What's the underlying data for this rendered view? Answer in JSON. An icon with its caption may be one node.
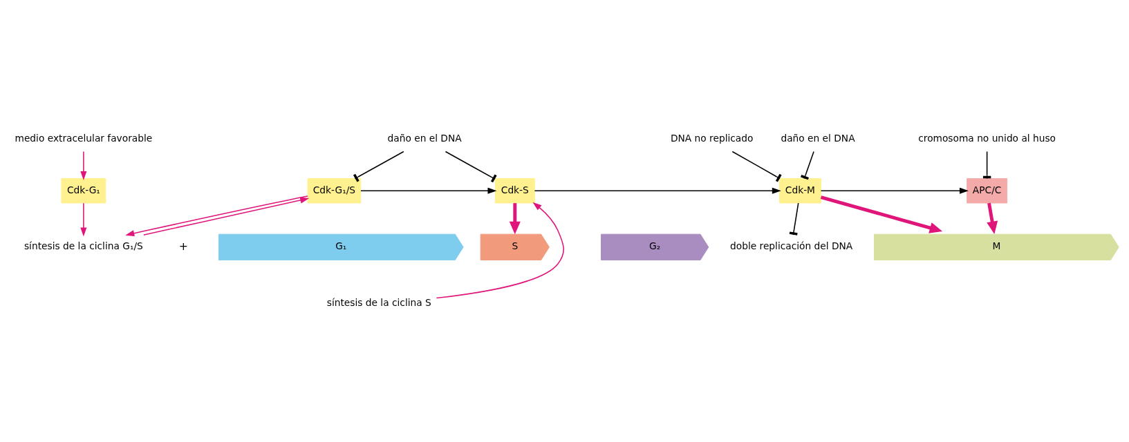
{
  "diagram": {
    "nodes": [
      {
        "text": [
          "medio extracelular favorable"
        ]
      },
      {
        "text": [
          "daño en el DNA"
        ]
      },
      {
        "text": [
          "DNA no replicado"
        ]
      },
      {
        "text": [
          "daño en el DNA"
        ]
      },
      {
        "text": [
          "cromosoma no unido al huso"
        ]
      },
      {
        "text": [
          "Cdk-G₁"
        ]
      },
      {
        "text": [
          "Cdk-G₁/S"
        ]
      },
      {
        "text": [
          "Cdk-S"
        ]
      },
      {
        "text": [
          "Cdk-M"
        ]
      },
      {
        "text": [
          "APC/C"
        ]
      },
      {
        "text": [
          "síntesis de la ciclina G₁/S"
        ]
      },
      {
        "text": [
          "síntesis de la ciclina S"
        ]
      },
      {
        "text": [
          "doble replicación del DNA"
        ]
      },
      {
        "text": [
          "G₁"
        ]
      },
      {
        "text": [
          "S"
        ]
      },
      {
        "text": [
          "G₂"
        ]
      },
      {
        "text": [
          "M"
        ]
      }
    ],
    "edges": [
      {
        "from": 0,
        "to": 5,
        "arrow": "to",
        "color": "#e0157a"
      },
      {
        "from": 1,
        "to": 6,
        "arrow": "other"
      },
      {
        "from": 1,
        "to": 7,
        "arrow": "other"
      },
      {
        "from": 2,
        "to": 8,
        "arrow": "other"
      },
      {
        "from": 3,
        "to": 8,
        "arrow": "other"
      },
      {
        "from": 4,
        "to": 9,
        "arrow": "other"
      },
      {
        "from": 6,
        "to": 7,
        "arrow": "to"
      },
      {
        "from": 7,
        "to": 8,
        "arrow": "to"
      },
      {
        "from": 8,
        "to": 9,
        "arrow": "to"
      },
      {
        "from": 5,
        "to": 10,
        "arrow": "to",
        "color": "#e0157a"
      },
      {
        "from": 10,
        "to": 6,
        "arrow": "to",
        "color": "#e0157a"
      },
      {
        "from": 6,
        "to": 10,
        "arrow": "to",
        "color": "#e0157a"
      },
      {
        "from": 11,
        "to": 7,
        "arrow": "to",
        "color": "#e0157a"
      },
      {
        "from": 8,
        "to": 12,
        "arrow": "other"
      },
      {
        "from": 7,
        "to": 14,
        "arrow": "to",
        "style": "thick",
        "color": "#e0157a"
      },
      {
        "from": 8,
        "to": 16,
        "arrow": "to",
        "style": "thick",
        "color": "#e0157a"
      },
      {
        "from": 9,
        "to": 16,
        "arrow": "to",
        "style": "thick",
        "color": "#e0157a"
      }
    ],
    "labels": [
      "+"
    ]
  }
}
